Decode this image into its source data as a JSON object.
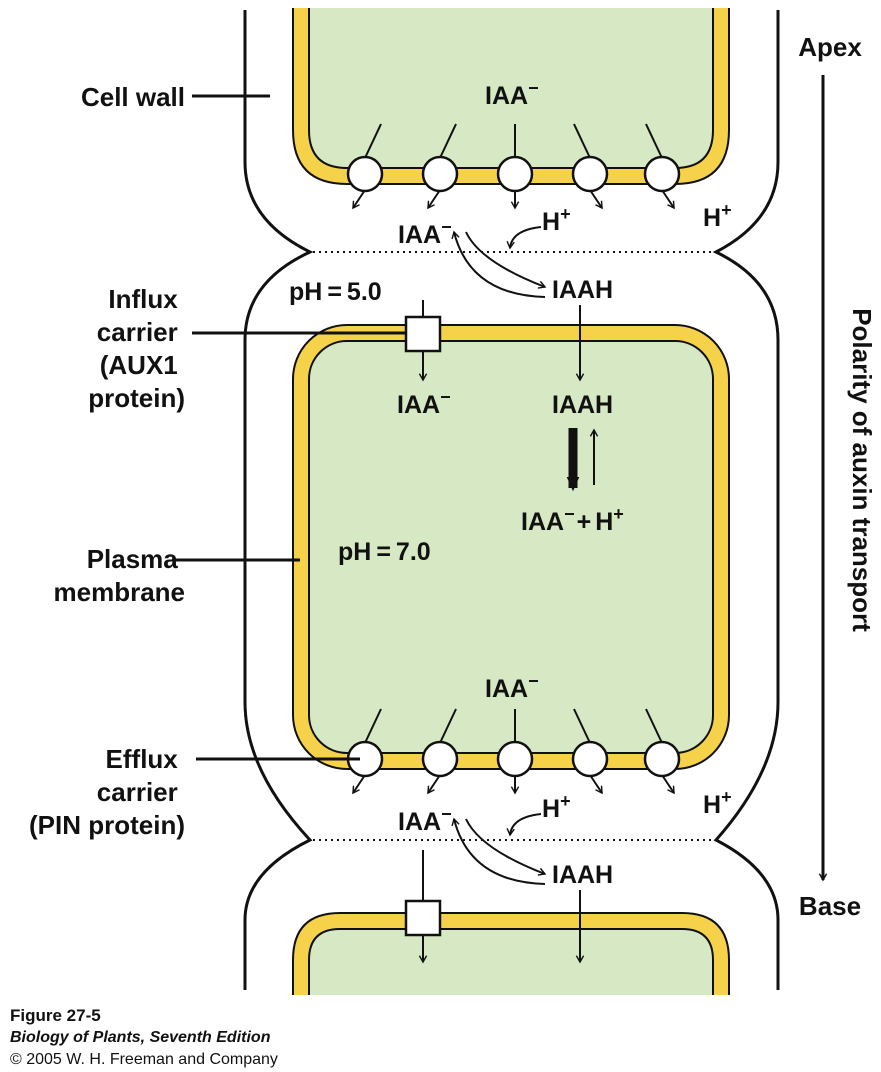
{
  "colors": {
    "cytoplasm": "#d6e8c4",
    "membrane": "#f5d24a",
    "outline": "#111111",
    "background": "#ffffff"
  },
  "labels": {
    "cell_wall": "Cell wall",
    "influx_carrier": [
      "Influx",
      "carrier",
      "(AUX1",
      "protein)"
    ],
    "plasma_membrane": [
      "Plasma",
      "membrane"
    ],
    "efflux_carrier": [
      "Efflux",
      "carrier",
      "(PIN protein)"
    ],
    "apex": "Apex",
    "base": "Base",
    "polarity": "Polarity of auxin transport"
  },
  "chemistry": {
    "iaa_minus": "IAA",
    "minus_sup": "−",
    "iaah": "IAAH",
    "h": "H",
    "plus_sup": "+",
    "plus": "+",
    "ph_wall": "pH = 5.0",
    "ph_cell": "pH = 7.0"
  },
  "caption": {
    "figure": "Figure 27-5",
    "book": "Biology of Plants, Seventh Edition",
    "copyright": "© 2005 W. H. Freeman and Company"
  }
}
